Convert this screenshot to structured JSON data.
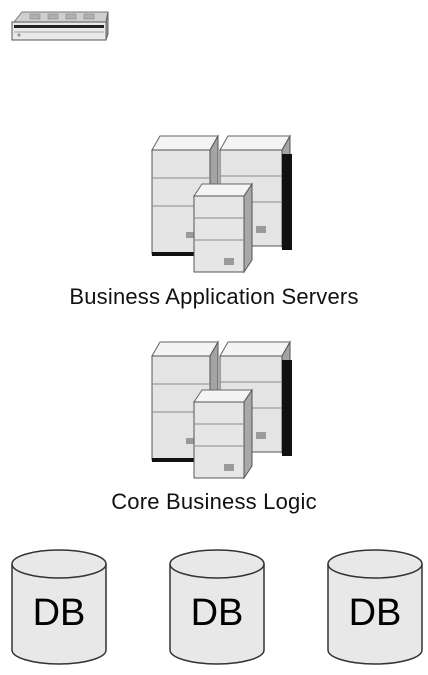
{
  "diagram": {
    "tiers": [
      {
        "label": "Business Application Servers"
      },
      {
        "label": "Core Business Logic"
      }
    ],
    "databases": [
      {
        "label": "DB"
      },
      {
        "label": "DB"
      },
      {
        "label": "DB"
      }
    ]
  },
  "icons": {
    "top_device": "rack-switch-icon",
    "server_cluster": "server-cluster-icon",
    "database": "database-cylinder-icon"
  },
  "colors": {
    "server_face": "#e6e6e6",
    "server_side": "#a9a9a9",
    "server_top": "#f2f2f2",
    "outline": "#555555",
    "db_fill": "#e8e8e8",
    "text": "#111111"
  }
}
